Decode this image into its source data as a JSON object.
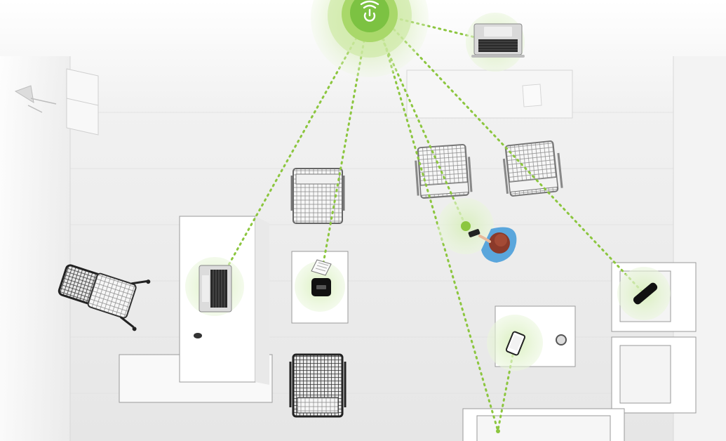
{
  "scene": {
    "description_free": true,
    "colors": {
      "background": "#f4f4f4",
      "floor": "#e9e9e9",
      "furniture_fill": "#fbfbfb",
      "furniture_stroke": "#9a9a9a",
      "signal_green": "#8cc63f",
      "halo_green": "#d9efc0",
      "router_green": "#7cc242",
      "person_shirt": "#5aa6dc",
      "person_hair": "#8b3a2a"
    },
    "router": {
      "icon": "wifi-power-icon"
    },
    "devices": [
      {
        "id": "laptop-top-right",
        "icon": "laptop-icon"
      },
      {
        "id": "laptop-desk",
        "icon": "laptop-icon"
      },
      {
        "id": "apple-tv",
        "icon": "apple-tv-icon"
      },
      {
        "id": "phone-person",
        "icon": "phone-icon"
      },
      {
        "id": "phone-table",
        "icon": "phone-icon"
      },
      {
        "id": "remote",
        "icon": "remote-icon"
      },
      {
        "id": "floor-point",
        "icon": "signal-dot-icon"
      }
    ]
  }
}
